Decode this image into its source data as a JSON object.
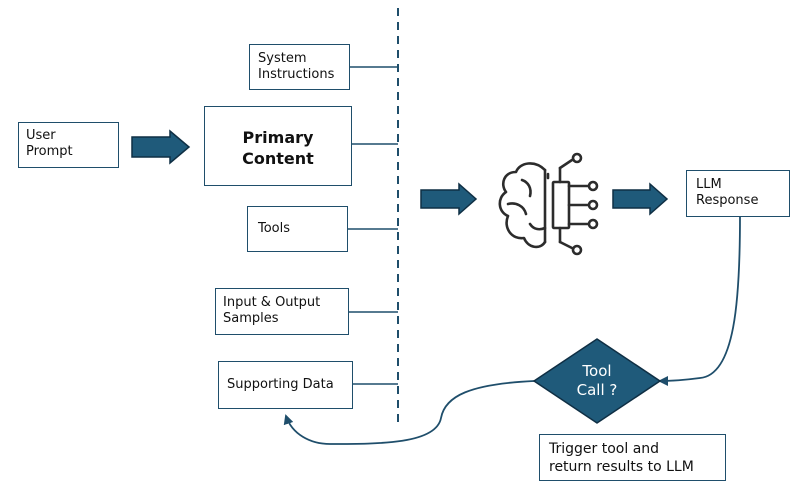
{
  "user_prompt": {
    "line1": "User",
    "line2": "Prompt"
  },
  "system_instructions": {
    "line1": "System",
    "line2": "Instructions"
  },
  "primary_content": {
    "line1": "Primary",
    "line2": "Content"
  },
  "tools": {
    "label": "Tools"
  },
  "io_samples": {
    "line1": "Input & Output",
    "line2": "Samples"
  },
  "supporting_data": {
    "label": "Supporting Data"
  },
  "llm_response": {
    "line1": "LLM",
    "line2": "Response"
  },
  "tool_call": {
    "line1": "Tool",
    "line2": "Call ?"
  },
  "trigger_tool": {
    "line1": "Trigger tool and",
    "line2": "return results to LLM"
  },
  "colors": {
    "accent": "#1f4e6b",
    "icon": "#2c2c2c"
  }
}
